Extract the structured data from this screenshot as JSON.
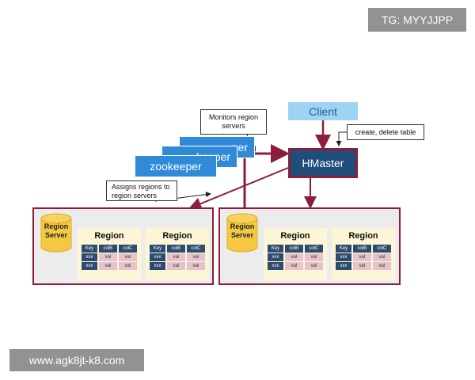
{
  "watermarks": {
    "top": "TG: MYYJJPP",
    "bottom": "www.agk8jt-k8.com"
  },
  "client": {
    "label": "Client"
  },
  "hmaster": {
    "label": "HMaster"
  },
  "zookeepers": [
    "zookeeper",
    "keeper",
    "per"
  ],
  "callouts": {
    "monitors": [
      "Monitors region",
      "servers"
    ],
    "assigns": [
      "Assigns regions to",
      "region servers"
    ],
    "create": "create, delete table"
  },
  "region_servers": [
    {
      "label": [
        "Region",
        "Server"
      ],
      "regions": [
        {
          "title": "Region",
          "columns": [
            "Key",
            "colB",
            "colC"
          ],
          "rows": [
            [
              "xxx",
              "val",
              "val"
            ],
            [
              "xxx",
              "val",
              "val"
            ]
          ]
        },
        {
          "title": "Region",
          "columns": [
            "Key",
            "colB",
            "colC"
          ],
          "rows": [
            [
              "xxx",
              "val",
              "val"
            ],
            [
              "xxx",
              "val",
              "val"
            ]
          ]
        }
      ]
    },
    {
      "label": [
        "Region",
        "Server"
      ],
      "regions": [
        {
          "title": "Region",
          "columns": [
            "Key",
            "colB",
            "colC"
          ],
          "rows": [
            [
              "xxx",
              "val",
              "val"
            ],
            [
              "xxx",
              "val",
              "val"
            ]
          ]
        },
        {
          "title": "Region",
          "columns": [
            "Key",
            "colB",
            "colC"
          ],
          "rows": [
            [
              "xxx",
              "val",
              "val"
            ],
            [
              "xxx",
              "val",
              "val"
            ]
          ]
        }
      ]
    }
  ],
  "colors": {
    "hmaster_fill": "#1e4e79",
    "accent_border": "#8d1d3b",
    "client_fill": "#9fd3f5",
    "zookeeper_fill": "#2f8ad8",
    "region_fill": "#fdf6d6",
    "cylinder": "#f5c842"
  }
}
